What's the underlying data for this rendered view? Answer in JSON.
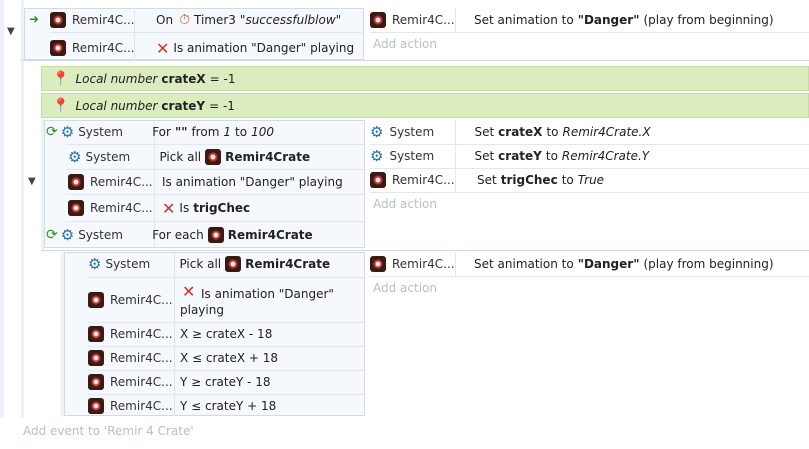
{
  "event1": {
    "conditions": [
      {
        "object": "Remir4C...",
        "text": "On",
        "timer_name": "Timer3",
        "timer_tag": "\"successfulblow\""
      },
      {
        "object": "Remir4C...",
        "text": "Is animation \"Danger\" playing"
      }
    ],
    "actions": [
      {
        "object": "Remir4C...",
        "prefix": "Set animation to",
        "anim": "\"Danger\"",
        "suffix": "(play from beginning)"
      }
    ],
    "add_action": "Add action"
  },
  "locals": [
    {
      "label": "Local number",
      "name": "crateX",
      "value": "= -1"
    },
    {
      "label": "Local number",
      "name": "crateY",
      "value": "= -1"
    }
  ],
  "event2": {
    "conditions": [
      {
        "object": "System",
        "p1": "For",
        "p2": "\"\"",
        "p3": "from",
        "p4": "1",
        "p5": "to",
        "p6": "100"
      },
      {
        "object": "System",
        "p1": "Pick all",
        "p2": "Remir4Crate"
      },
      {
        "object": "Remir4C...",
        "p1": "Is animation \"Danger\" playing"
      },
      {
        "object": "Remir4C...",
        "p1": "Is",
        "p2": "trigChec"
      },
      {
        "object": "System",
        "p1": "For each",
        "p2": "Remir4Crate"
      }
    ],
    "actions": [
      {
        "object": "System",
        "p1": "Set",
        "p2": "crateX",
        "p3": "to",
        "p4": "Remir4Crate.X"
      },
      {
        "object": "System",
        "p1": "Set",
        "p2": "crateY",
        "p3": "to",
        "p4": "Remir4Crate.Y"
      },
      {
        "object": "Remir4C...",
        "p1": "Set",
        "p2": "trigChec",
        "p3": "to",
        "p4": "True"
      }
    ],
    "add_action": "Add action"
  },
  "event3": {
    "conditions": [
      {
        "object": "System",
        "p1": "Pick all",
        "p2": "Remir4Crate"
      },
      {
        "object": "Remir4C...",
        "p1": "Is animation \"Danger\"",
        "p2": "playing"
      },
      {
        "object": "Remir4C...",
        "p1": "X ≥ crateX - 18"
      },
      {
        "object": "Remir4C...",
        "p1": "X ≤ crateX + 18"
      },
      {
        "object": "Remir4C...",
        "p1": "Y ≥ crateY - 18"
      },
      {
        "object": "Remir4C...",
        "p1": "Y ≤ crateY + 18"
      }
    ],
    "actions": [
      {
        "object": "Remir4C...",
        "prefix": "Set animation to",
        "anim": "\"Danger\"",
        "suffix": "(play from beginning)"
      }
    ],
    "add_action": "Add action"
  },
  "footer": {
    "add_event": "Add event to 'Remir 4 Crate'"
  },
  "icons": {
    "trigger": "arrow-right-icon",
    "collapse": "triangle-down-icon",
    "gear": "gear-icon",
    "loop": "loop-icon",
    "pin": "location-pin-icon",
    "x": "invert-x-icon",
    "timer": "stopwatch-icon",
    "crate": "crate-sprite-icon"
  }
}
